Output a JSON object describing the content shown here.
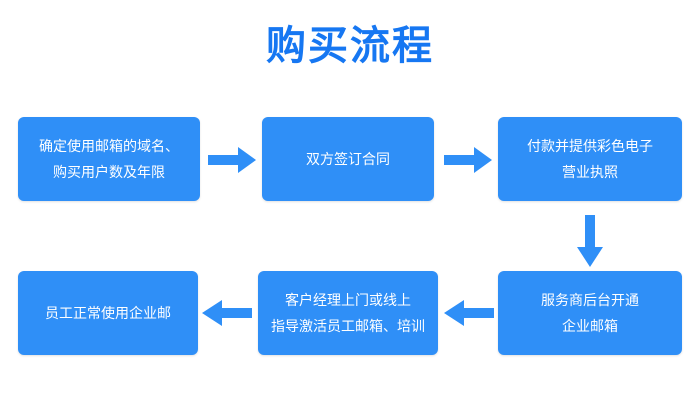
{
  "title": "购买流程",
  "colors": {
    "accent": "#1677f2",
    "box_fill": "#2f8ff7",
    "box_text": "#ffffff",
    "background": "#ffffff"
  },
  "nodes": [
    {
      "id": "step1",
      "label": "确定使用邮箱的域名、\n购买用户数及年限"
    },
    {
      "id": "step2",
      "label": "双方签订合同"
    },
    {
      "id": "step3",
      "label": "付款并提供彩色电子\n营业执照"
    },
    {
      "id": "step4",
      "label": "服务商后台开通\n企业邮箱"
    },
    {
      "id": "step5",
      "label": "客户经理上门或线上\n指导激活员工邮箱、培训"
    },
    {
      "id": "step6",
      "label": "员工正常使用企业邮"
    }
  ],
  "arrows": [
    {
      "id": "arrow-1-2",
      "direction": "right"
    },
    {
      "id": "arrow-2-3",
      "direction": "right"
    },
    {
      "id": "arrow-3-4",
      "direction": "down"
    },
    {
      "id": "arrow-4-5",
      "direction": "left"
    },
    {
      "id": "arrow-5-6",
      "direction": "left"
    }
  ]
}
